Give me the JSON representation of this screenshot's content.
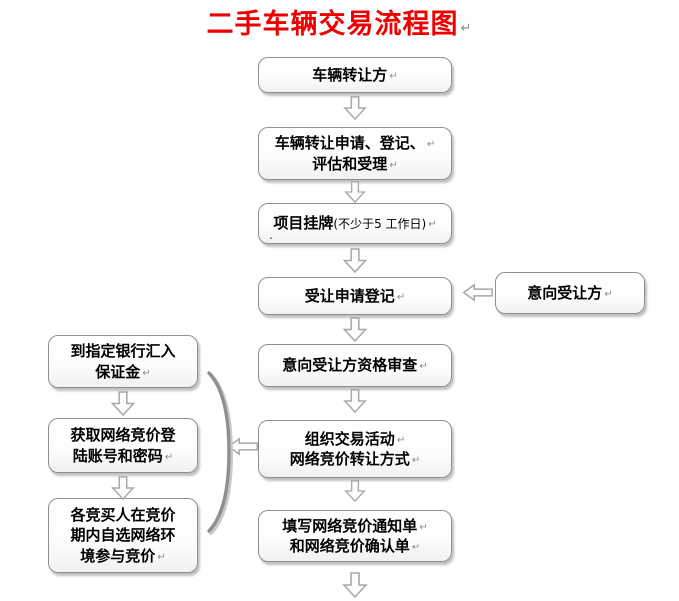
{
  "title": {
    "text": "二手车辆交易流程图"
  },
  "glyphs": {
    "return_mark": "↵"
  },
  "colors": {
    "title_red": "#ee0000",
    "box_border": "#8f8f8f",
    "arrow_outline": "#a8a8a8",
    "arrow_fill": "#fdfdfd"
  },
  "center_boxes": [
    {
      "name": "vehicle-transferor",
      "lines": [
        "车辆转让方"
      ]
    },
    {
      "name": "transfer-application",
      "lines": [
        "车辆转让申请、登记、",
        "评估和受理"
      ]
    },
    {
      "name": "project-listing",
      "main": "项目挂牌",
      "note": "(不少于5 工作日)",
      "sub_dot": "."
    },
    {
      "name": "transferee-application",
      "lines": [
        "受让申请登记"
      ]
    },
    {
      "name": "qualification-review",
      "lines": [
        "意向受让方资格审查"
      ]
    },
    {
      "name": "organize-trading",
      "lines": [
        "组织交易活动",
        "网络竞价转让方式"
      ]
    },
    {
      "name": "fill-bidding-forms",
      "lines": [
        "填写网络竞价通知单",
        "和网络竞价确认单"
      ]
    }
  ],
  "left_boxes": [
    {
      "name": "deposit-to-bank",
      "lines": [
        "到指定银行汇入",
        "保证金"
      ]
    },
    {
      "name": "get-bidding-account",
      "lines": [
        "获取网络竞价登",
        "陆账号和密码"
      ]
    },
    {
      "name": "bidders-participate",
      "lines": [
        "各竞买人在竞价",
        "期内自选网络环",
        "境参与竞价"
      ]
    }
  ],
  "right_boxes": [
    {
      "name": "intended-transferee",
      "lines": [
        "意向受让方"
      ]
    }
  ]
}
